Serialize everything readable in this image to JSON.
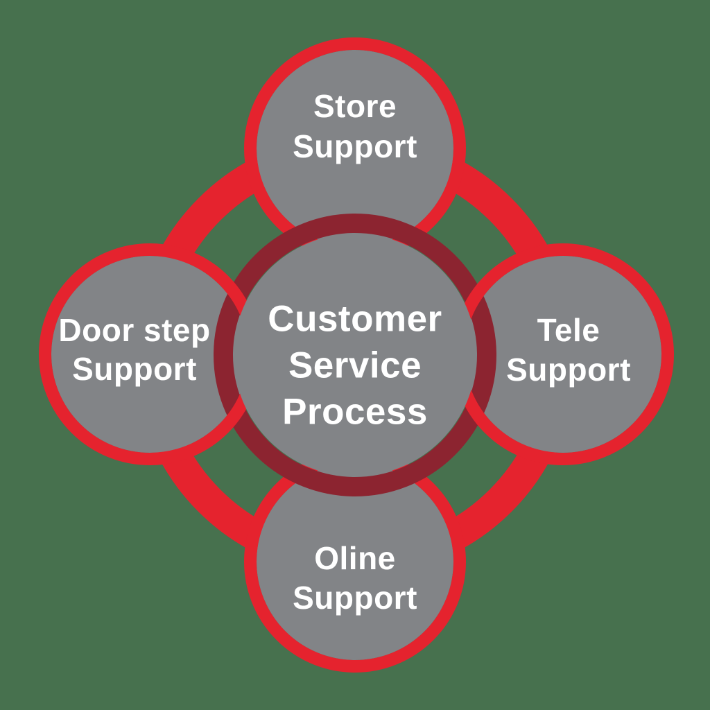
{
  "title": "Customer Service Process diagram",
  "colors": {
    "background": "#47714E",
    "ring_red": "#E5232E",
    "inner_ring_maroon": "#8C2430",
    "node_gray": "#828487",
    "label_white": "#FFFFFF"
  },
  "center_node": {
    "lines": [
      "Customer",
      "Service",
      "Process"
    ]
  },
  "nodes": {
    "store": {
      "lines": [
        "Store",
        "Support"
      ]
    },
    "tele": {
      "lines": [
        "Tele",
        "Support"
      ]
    },
    "oline": {
      "lines": [
        "Oline",
        "Support"
      ]
    },
    "doorstep": {
      "lines": [
        "Door step",
        "Support"
      ]
    }
  }
}
